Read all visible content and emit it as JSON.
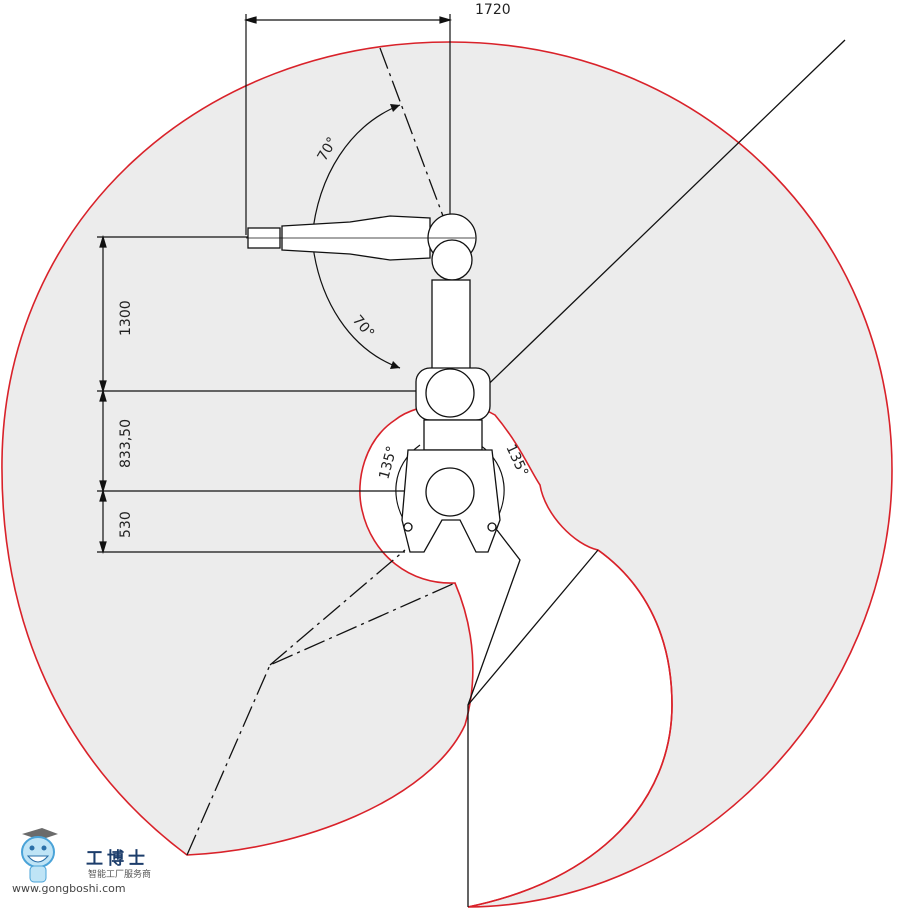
{
  "dimensions": {
    "reach_horizontal": "1720",
    "height_upper_arm": "1300",
    "height_lower": "833,50",
    "height_base": "530"
  },
  "angles": {
    "wrist_up": "70°",
    "wrist_down": "70°",
    "base_left": "135°",
    "base_right": "135°"
  },
  "colors": {
    "envelope_fill": "#ececec",
    "envelope_outline": "#d9222a",
    "lines": "#111111"
  },
  "watermark": {
    "title": "工博士",
    "subtitle": "智能工厂服务商",
    "url": "www.gongboshi.com"
  }
}
